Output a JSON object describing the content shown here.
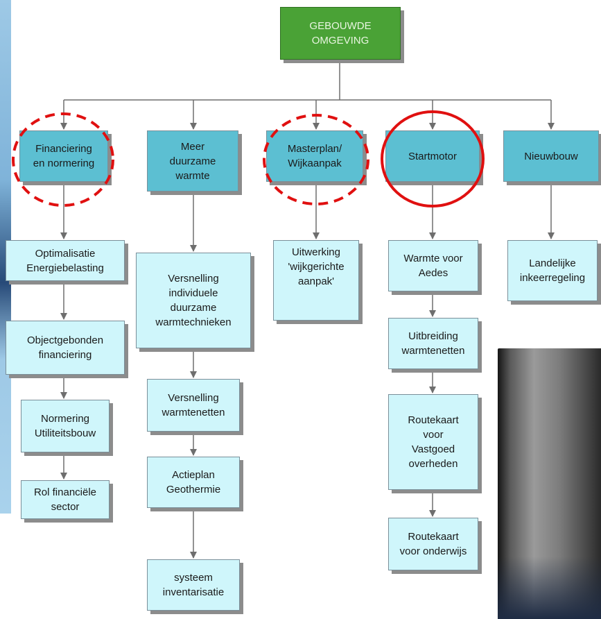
{
  "diagram": {
    "root": {
      "label": "GEBOUWDE\nOMGEVING",
      "color": "#4aa236"
    },
    "categories": [
      {
        "label": "Financiering\nen normering",
        "highlight": "dashed-circle",
        "children": [
          "Optimalisatie\nEnergiebelasting",
          "Objectgebonden\nfinanciering",
          "Normering\nUtiliteitsbouw",
          "Rol financiële\nsector"
        ]
      },
      {
        "label": "Meer\nduurzame\nwarmte",
        "highlight": "none",
        "children": [
          "Versnelling\nindividuele\nduurzame\nwarmtechnieken",
          "Versnelling\nwarmtenetten",
          "Actieplan\nGeothermie",
          "systeem\ninventarisatie"
        ]
      },
      {
        "label": "Masterplan/\nWijkaanpak",
        "highlight": "dashed-circle",
        "children": [
          "Uitwerking\n'wijkgerichte\naanpak'"
        ]
      },
      {
        "label": "Startmotor",
        "highlight": "solid-circle",
        "children": [
          "Warmte voor\nAedes",
          "Uitbreiding\nwarmtenetten",
          "Routekaart\nvoor\nVastgoed\noverheden",
          "Routekaart\nvoor onderwijs"
        ]
      },
      {
        "label": "Nieuwbouw",
        "highlight": "none",
        "children": [
          "Landelijke\ninkeerregeling"
        ]
      }
    ],
    "colors": {
      "category_fill": "#5cbfd2",
      "task_fill": "#cff6fb",
      "highlight": "#e01010",
      "connector": "#6e6e6e"
    }
  }
}
